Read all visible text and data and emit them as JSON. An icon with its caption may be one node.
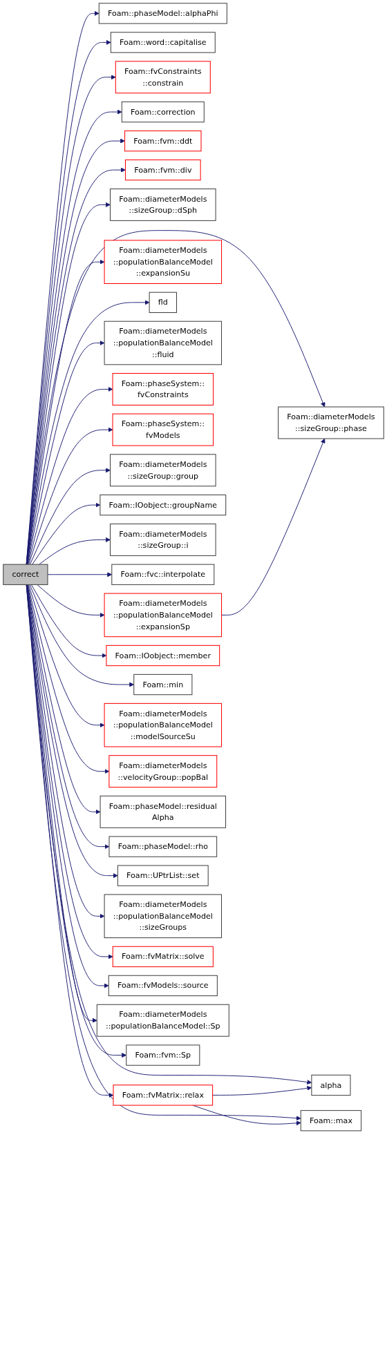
{
  "diagram": {
    "nodes": [
      {
        "text": [
          "correct"
        ]
      },
      {
        "text": [
          "Foam::phaseModel::alphaPhi"
        ]
      },
      {
        "text": [
          "Foam::word::capitalise"
        ]
      },
      {
        "text": [
          "Foam::fvConstraints ::constrain"
        ]
      },
      {
        "text": [
          "Foam::correction"
        ]
      },
      {
        "text": [
          "Foam::fvm::ddt"
        ]
      },
      {
        "text": [
          "Foam::fvm::div"
        ]
      },
      {
        "text": [
          "Foam::diameterModels ::sizeGroup::dSph"
        ]
      },
      {
        "text": [
          "Foam::diameterModels ::populationBalanceModel ::expansionSp"
        ]
      },
      {
        "text": [
          "Foam::diameterModels ::populationBalanceModel ::expansionSu"
        ]
      },
      {
        "text": [
          "fld"
        ]
      },
      {
        "text": [
          "Foam::diameterModels ::populationBalanceModel ::fluid"
        ]
      },
      {
        "text": [
          "Foam::phaseSystem:: fvConstraints"
        ]
      },
      {
        "text": [
          "Foam::phaseSystem:: fvModels"
        ]
      },
      {
        "text": [
          "Foam::diameterModels ::sizeGroup::group"
        ]
      },
      {
        "text": [
          "Foam::IOobject::groupName"
        ]
      },
      {
        "text": [
          "Foam::diameterModels ::sizeGroup::i"
        ]
      },
      {
        "text": [
          "Foam::fvc::interpolate"
        ]
      },
      {
        "text": [
          "Foam::fvMatrix::relax"
        ]
      },
      {
        "text": [
          "Foam::IOobject::member"
        ]
      },
      {
        "text": [
          "Foam::min"
        ]
      },
      {
        "text": [
          "Foam::diameterModels ::populationBalanceModel ::modelSourceSu"
        ]
      },
      {
        "text": [
          "Foam::diameterModels ::velocityGroup::popBal"
        ]
      },
      {
        "text": [
          "Foam::phaseModel::residual Alpha"
        ]
      },
      {
        "text": [
          "Foam::phaseModel::rho"
        ]
      },
      {
        "text": [
          "Foam::UPtrList::set"
        ]
      },
      {
        "text": [
          "Foam::diameterModels ::populationBalanceModel ::sizeGroups"
        ]
      },
      {
        "text": [
          "Foam::fvMatrix::solve"
        ]
      },
      {
        "text": [
          "Foam::fvModels::source"
        ]
      },
      {
        "text": [
          "Foam::diameterModels ::populationBalanceModel::Sp"
        ]
      },
      {
        "text": [
          "Foam::fvm::Sp"
        ]
      },
      {
        "text": [
          "Foam::diameterModels ::sizeGroup::phase"
        ]
      },
      {
        "text": [
          "alpha"
        ]
      },
      {
        "text": [
          "Foam::max"
        ]
      }
    ],
    "edges": [
      {
        "from": 0,
        "to": 1,
        "arrow": "to"
      },
      {
        "from": 0,
        "to": 2,
        "arrow": "to"
      },
      {
        "from": 0,
        "to": 3,
        "arrow": "to"
      },
      {
        "from": 0,
        "to": 4,
        "arrow": "to"
      },
      {
        "from": 0,
        "to": 5,
        "arrow": "to"
      },
      {
        "from": 0,
        "to": 6,
        "arrow": "to"
      },
      {
        "from": 0,
        "to": 7,
        "arrow": "to"
      },
      {
        "from": 0,
        "to": 8,
        "arrow": "to"
      },
      {
        "from": 0,
        "to": 9,
        "arrow": "to"
      },
      {
        "from": 0,
        "to": 10,
        "arrow": "to"
      },
      {
        "from": 0,
        "to": 11,
        "arrow": "to"
      },
      {
        "from": 0,
        "to": 12,
        "arrow": "to"
      },
      {
        "from": 0,
        "to": 13,
        "arrow": "to"
      },
      {
        "from": 0,
        "to": 14,
        "arrow": "to"
      },
      {
        "from": 0,
        "to": 15,
        "arrow": "to"
      },
      {
        "from": 0,
        "to": 16,
        "arrow": "to"
      },
      {
        "from": 0,
        "to": 17,
        "arrow": "to"
      },
      {
        "from": 0,
        "to": 18,
        "arrow": "to"
      },
      {
        "from": 0,
        "to": 19,
        "arrow": "to"
      },
      {
        "from": 0,
        "to": 20,
        "arrow": "to"
      },
      {
        "from": 0,
        "to": 21,
        "arrow": "to"
      },
      {
        "from": 0,
        "to": 22,
        "arrow": "to"
      },
      {
        "from": 0,
        "to": 23,
        "arrow": "to"
      },
      {
        "from": 0,
        "to": 24,
        "arrow": "to"
      },
      {
        "from": 0,
        "to": 25,
        "arrow": "to"
      },
      {
        "from": 0,
        "to": 26,
        "arrow": "to"
      },
      {
        "from": 0,
        "to": 27,
        "arrow": "to"
      },
      {
        "from": 0,
        "to": 28,
        "arrow": "to"
      },
      {
        "from": 0,
        "to": 29,
        "arrow": "to"
      },
      {
        "from": 0,
        "to": 30,
        "arrow": "to"
      },
      {
        "from": 0,
        "to": 31,
        "arrow": "to"
      },
      {
        "from": 0,
        "to": 32,
        "arrow": "to"
      },
      {
        "from": 0,
        "to": 33,
        "arrow": "to"
      },
      {
        "from": 8,
        "to": 31,
        "arrow": "to"
      },
      {
        "from": 18,
        "to": 32,
        "arrow": "to"
      },
      {
        "from": 18,
        "to": 33,
        "arrow": "to"
      }
    ]
  }
}
